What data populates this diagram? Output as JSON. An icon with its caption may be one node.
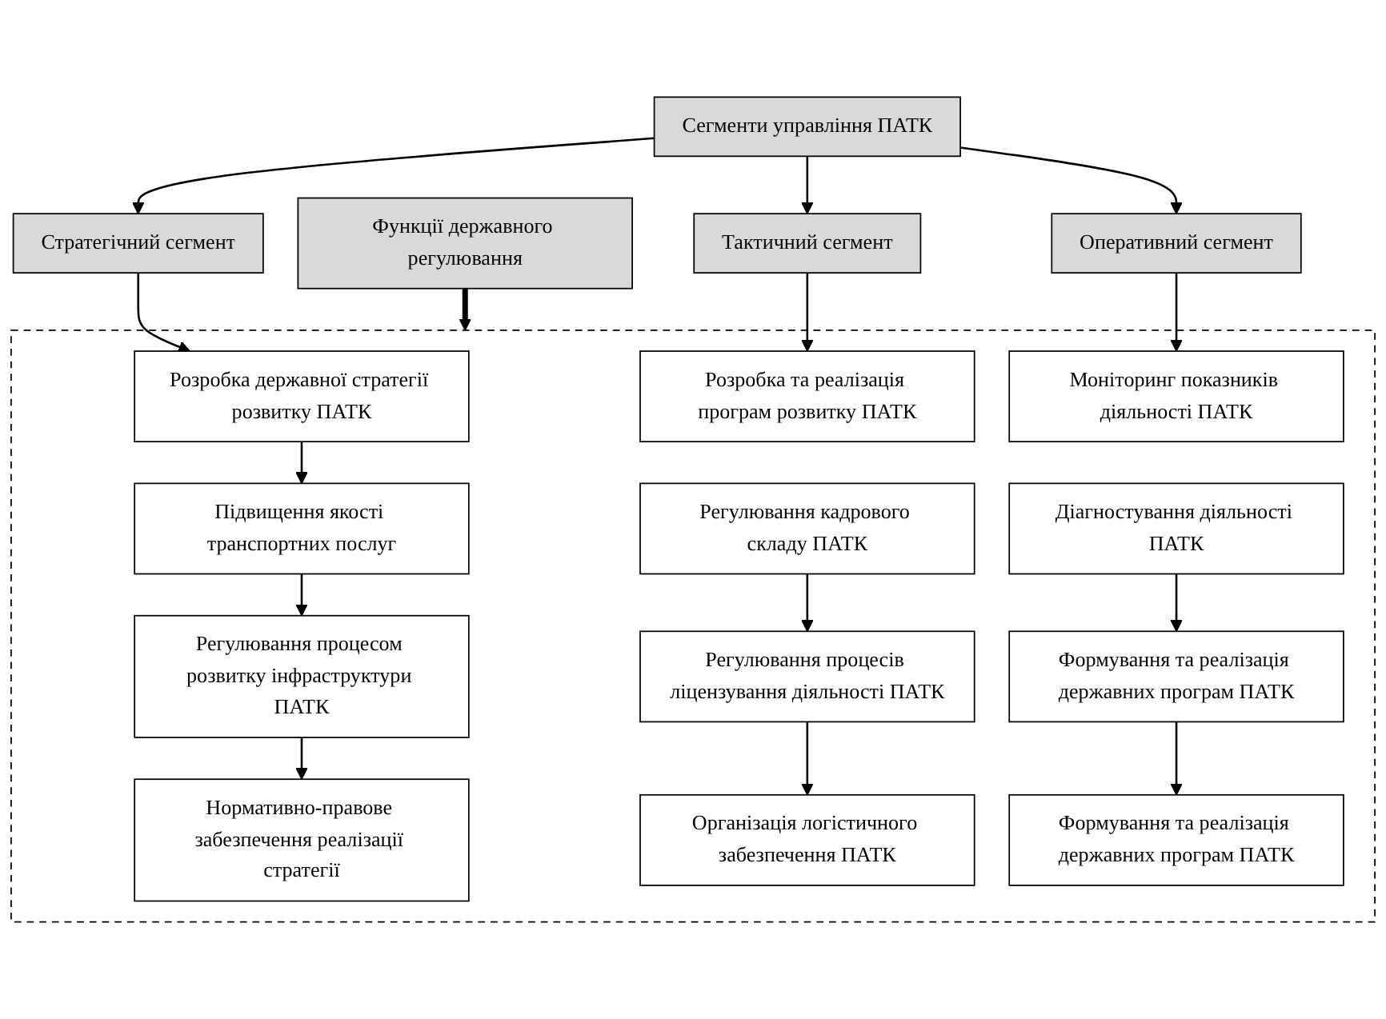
{
  "diagram": {
    "nodes": [
      {
        "text": [
          "Сегменти управління ПАТК"
        ]
      },
      {
        "text": [
          "Стратегічний сегмент"
        ]
      },
      {
        "text": [
          "Тактичний сегмент"
        ]
      },
      {
        "text": [
          "Оперативний сегмент"
        ]
      },
      {
        "text": [
          "Функції державного регулювання"
        ]
      },
      {
        "text": [],
        "shape": "box"
      },
      {
        "text": [
          "Розробка державної стратегії розвитку ПАТК"
        ],
        "in": 5
      },
      {
        "text": [
          "Розробка та реалізація програм розвитку ПАТК"
        ],
        "in": 5
      },
      {
        "text": [
          "Моніторинг показників діяльності ПАТК"
        ],
        "in": 5
      },
      {
        "text": [
          "Підвищення якості транспортних послуг"
        ],
        "in": 5
      },
      {
        "text": [
          "Регулювання кадрового складу ПАТК"
        ],
        "in": 5
      },
      {
        "text": [
          "Діагностування діяльності ПАТК"
        ],
        "in": 5
      },
      {
        "text": [
          "Регулювання процесом розвитку інфраструктури ПАТК"
        ],
        "in": 5
      },
      {
        "text": [
          "Регулювання процесів ліцензування діяльності ПАТК"
        ],
        "in": 5
      },
      {
        "text": [
          "Формування та реалізація державних програм ПАТК"
        ],
        "in": 5
      },
      {
        "text": [
          "Нормативно-правове забезпечення реалізації стратегії"
        ],
        "in": 5
      },
      {
        "text": [
          "Організація логістичного забезпечення ПАТК"
        ],
        "in": 5
      },
      {
        "text": [
          "Формування та реалізація державних програм ПАТК"
        ],
        "in": 5
      }
    ],
    "edges": [
      {
        "from": 0,
        "to": 1,
        "arrow": "to"
      },
      {
        "from": 0,
        "to": 2,
        "arrow": "to"
      },
      {
        "from": 0,
        "to": 3,
        "arrow": "to"
      },
      {
        "from": 1,
        "to": 6,
        "arrow": "to"
      },
      {
        "from": 2,
        "to": 7,
        "arrow": "to"
      },
      {
        "from": 3,
        "to": 8,
        "arrow": "to"
      },
      {
        "from": 6,
        "to": 9,
        "arrow": "to"
      },
      {
        "from": 9,
        "to": 12,
        "arrow": "to"
      },
      {
        "from": 10,
        "to": 13,
        "arrow": "to"
      },
      {
        "from": 11,
        "to": 14,
        "arrow": "to"
      },
      {
        "from": 12,
        "to": 15,
        "arrow": "to"
      },
      {
        "from": 13,
        "to": 16,
        "arrow": "to"
      },
      {
        "from": 14,
        "to": 17,
        "arrow": "to"
      },
      {
        "from": 4,
        "to": 5,
        "arrow": "to",
        "style": "thick"
      }
    ]
  }
}
